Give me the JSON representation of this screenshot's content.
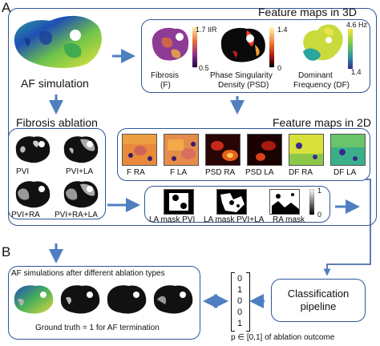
{
  "panel_a": {
    "letter": "A",
    "heart_caption": "AF simulation",
    "feature3d": {
      "title": "Feature maps in 3D",
      "fibrosis": {
        "label_line1": "Fibrosis",
        "label_line2": "(F)",
        "cbar_max": "1.7 IIR",
        "cbar_min": "0.5"
      },
      "psd": {
        "label_line1": "Phase Singularity",
        "label_line2": "Density (PSD)",
        "cbar_max": "1.4",
        "cbar_min": "0"
      },
      "df": {
        "label_line1": "Dominant",
        "label_line2": "Frequency (DF)",
        "cbar_max": "4.6 Hz",
        "cbar_min": "1.4"
      }
    },
    "ablation": {
      "title": "Fibrosis ablation",
      "items": [
        "PVI",
        "PVI+LA",
        "PVI+RA",
        "PVI+RA+LA"
      ]
    },
    "feature2d": {
      "title": "Feature maps in 2D",
      "maps": [
        "F RA",
        "F LA",
        "PSD RA",
        "PSD LA",
        "DF RA",
        "DF LA"
      ],
      "masks": [
        "LA mask PVI",
        "LA mask PVI+LA",
        "RA mask"
      ],
      "mask_cbar_max": "1",
      "mask_cbar_min": "0"
    }
  },
  "panel_b": {
    "letter": "B",
    "sims_title": "AF simulations after different ablation types",
    "ground_truth": "Ground truth = 1 for AF termination",
    "vector": [
      "0",
      "1",
      "0",
      "0",
      "1"
    ],
    "classifier": "Classification pipeline",
    "probability": "p ∈ [0,1] of ablation outcome"
  },
  "colors": {
    "frame": "#2e5597",
    "arrow": "#4f7fc1"
  }
}
